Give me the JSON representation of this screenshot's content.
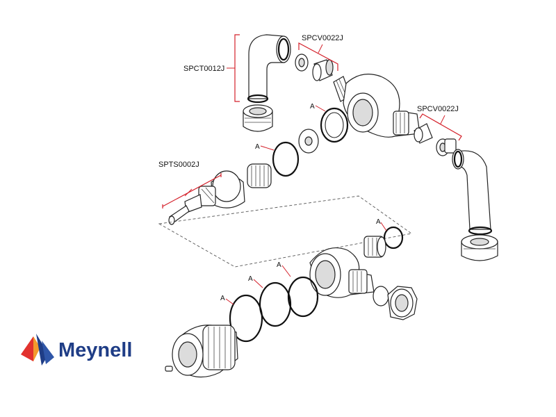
{
  "callouts": {
    "spct": "SPCT0012J",
    "spcv_top": "SPCV0022J",
    "spcv_right": "SPCV0022J",
    "spts": "SPTS0002J"
  },
  "ring_label": "A",
  "brand": {
    "name": "Meynell",
    "colors": {
      "red": "#e2322e",
      "blue": "#1f3d86",
      "orange": "#f39a2c",
      "navy": "#1f3d86"
    }
  },
  "colors": {
    "callout_bracket": "#d4202a",
    "line": "#222222"
  }
}
